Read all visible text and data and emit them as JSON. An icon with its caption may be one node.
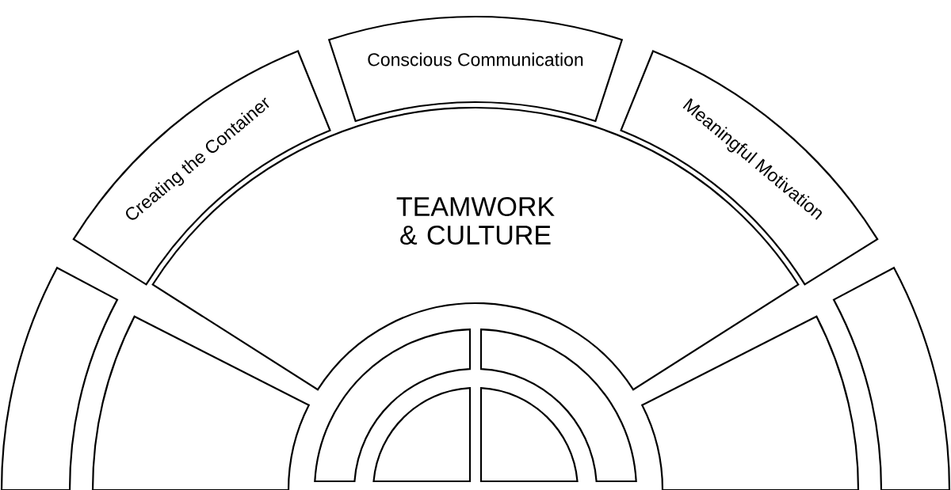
{
  "diagram": {
    "nodes": [
      {
        "text": [
          "Creating the Container"
        ]
      },
      {
        "text": [
          "Conscious Communication"
        ]
      },
      {
        "text": [
          "Meaningful Motivation"
        ]
      },
      {
        "text": [
          "TEAMWORK & CULTURE"
        ]
      },
      {
        "text": [],
        "shape": "band"
      },
      {
        "text": [],
        "shape": "band"
      },
      {
        "text": [],
        "shape": "band"
      },
      {
        "text": [],
        "shape": "band"
      },
      {
        "text": [],
        "shape": "band"
      },
      {
        "text": [],
        "shape": "band"
      },
      {
        "text": [],
        "shape": "band"
      },
      {
        "text": [],
        "shape": "band"
      }
    ]
  }
}
